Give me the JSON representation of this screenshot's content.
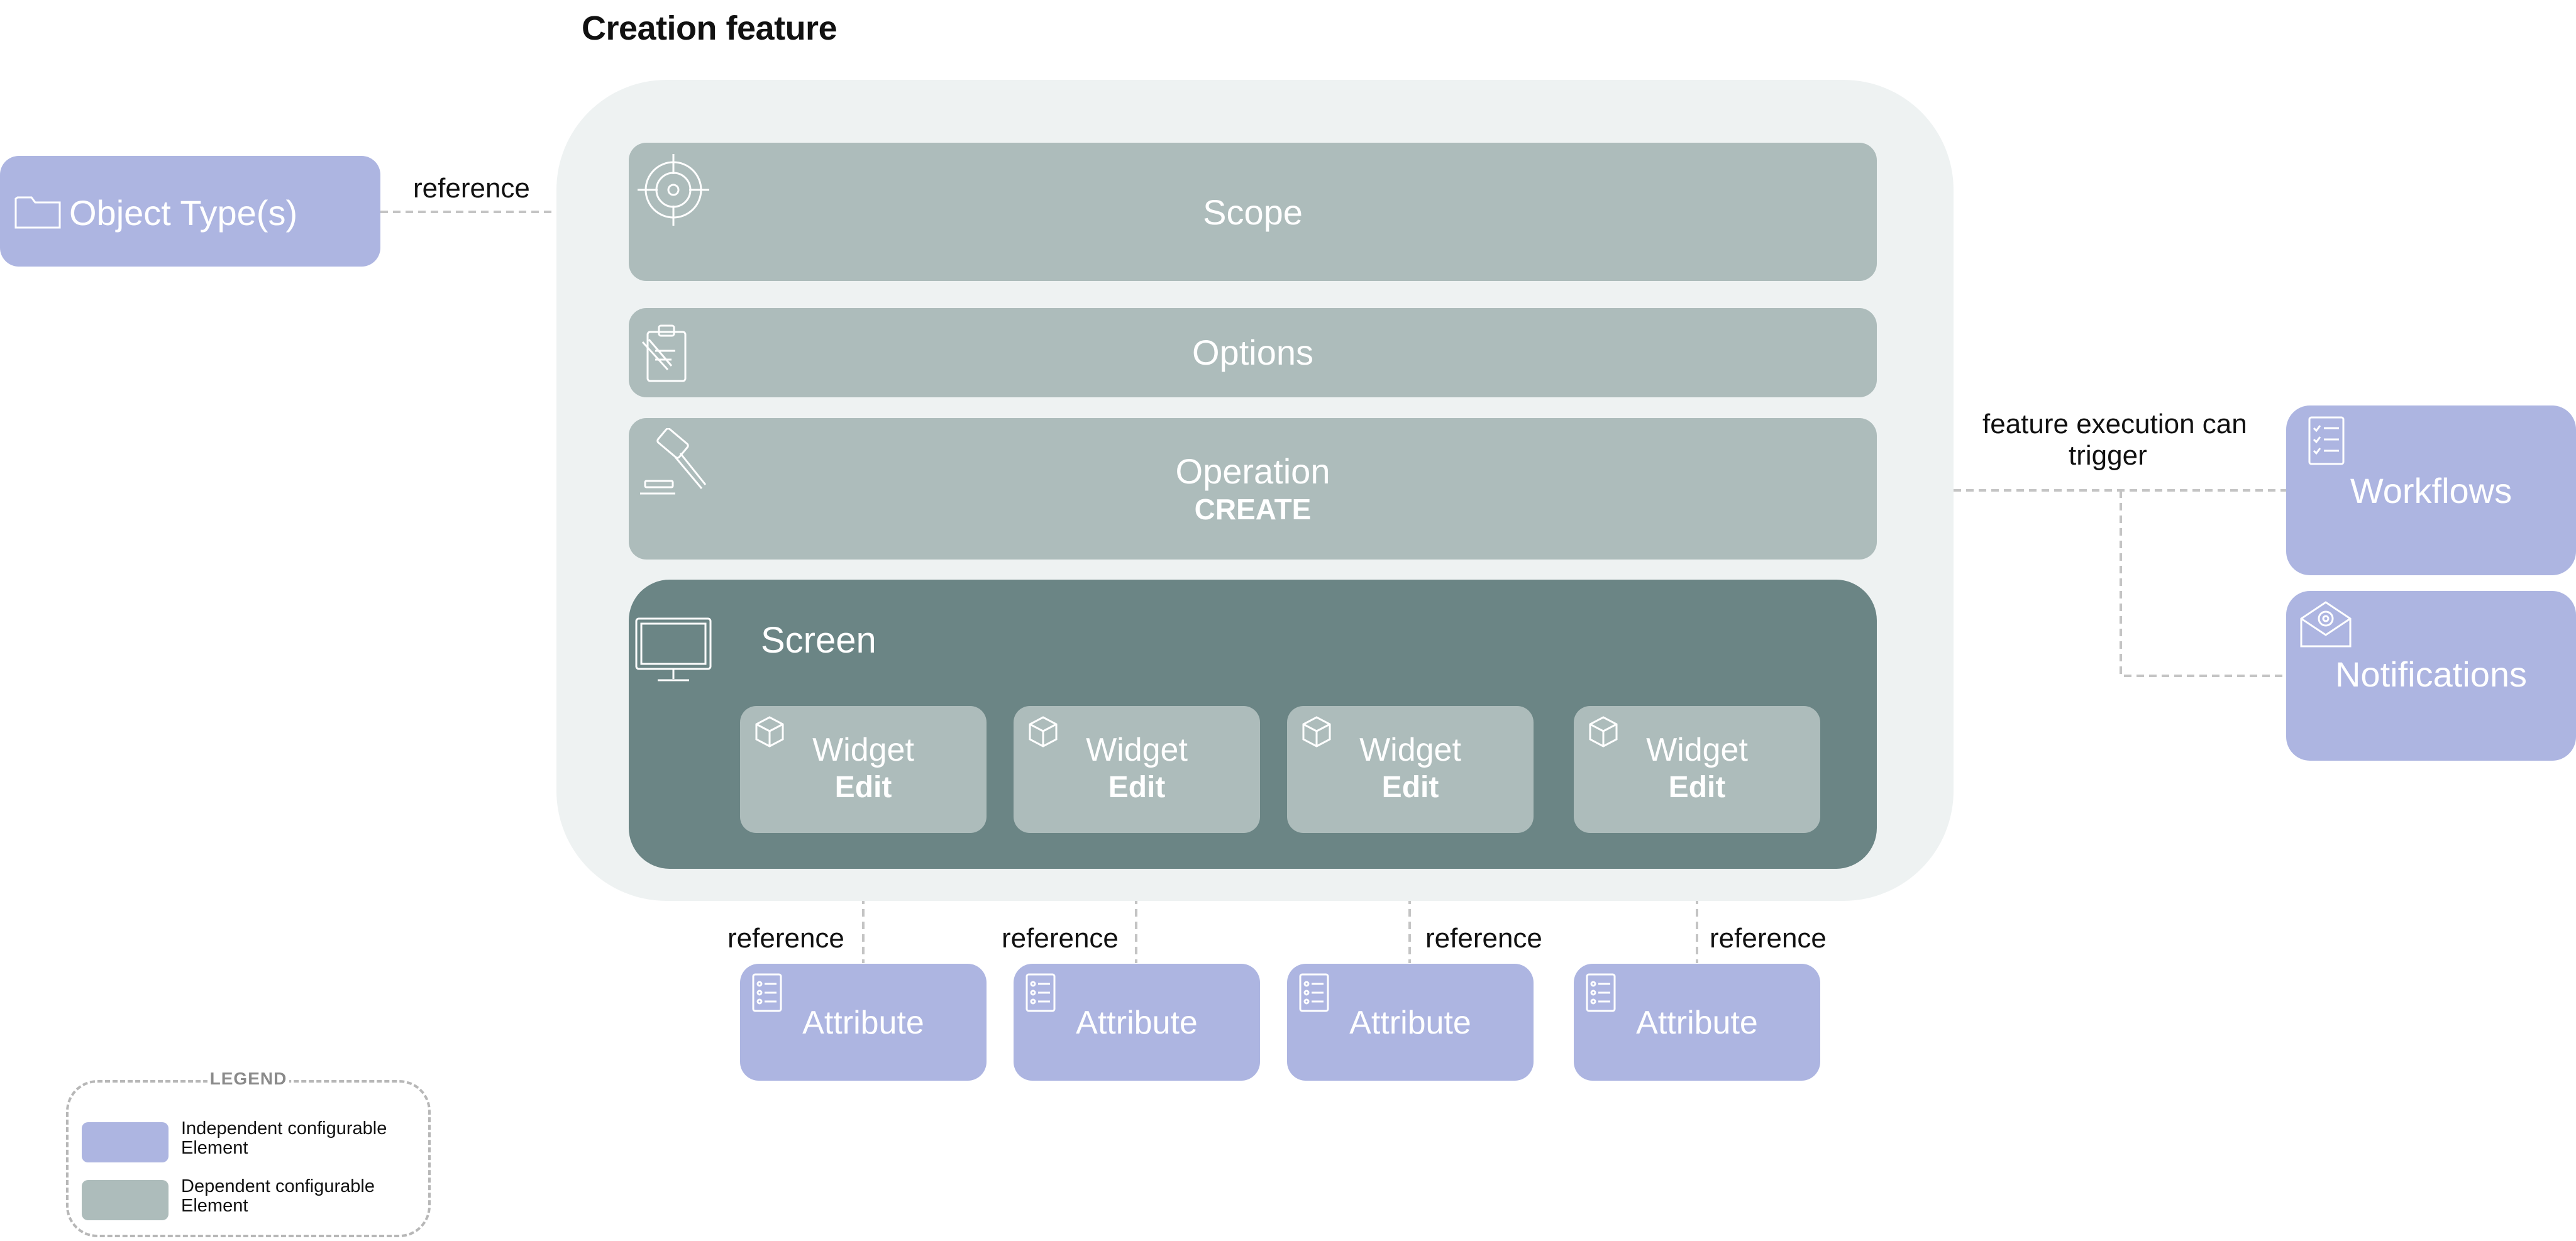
{
  "colors": {
    "frame": "#eef2f2",
    "dependent": "#adbcbb",
    "screen": "#6b8585",
    "independent": "#adb5e1",
    "connector": "#c4c4c4"
  },
  "title": "Creation feature",
  "left_element": {
    "label": "Object Type(s)",
    "icon": "folder-icon"
  },
  "left_edge_label": "reference",
  "blocks": {
    "scope": {
      "label": "Scope",
      "icon": "target-icon"
    },
    "options": {
      "label": "Options",
      "icon": "clipboard-icon"
    },
    "operation": {
      "label": "Operation",
      "sub": "CREATE",
      "icon": "gavel-icon"
    },
    "screen": {
      "label": "Screen",
      "icon": "monitor-icon"
    }
  },
  "widgets": [
    {
      "label": "Widget",
      "sub": "Edit",
      "icon": "cube-icon"
    },
    {
      "label": "Widget",
      "sub": "Edit",
      "icon": "cube-icon"
    },
    {
      "label": "Widget",
      "sub": "Edit",
      "icon": "cube-icon"
    },
    {
      "label": "Widget",
      "sub": "Edit",
      "icon": "cube-icon"
    }
  ],
  "attributes": [
    {
      "label": "Attribute",
      "icon": "list-icon"
    },
    {
      "label": "Attribute",
      "icon": "list-icon"
    },
    {
      "label": "Attribute",
      "icon": "list-icon"
    },
    {
      "label": "Attribute",
      "icon": "list-icon"
    }
  ],
  "reference_labels": [
    "reference",
    "reference",
    "reference",
    "reference"
  ],
  "right_edge_label": {
    "line1": "feature execution can",
    "line2": "trigger"
  },
  "right_elements": [
    {
      "label": "Workflows",
      "icon": "checklist-icon"
    },
    {
      "label": "Notifications",
      "icon": "envelope-icon"
    }
  ],
  "legend": {
    "title": "LEGEND",
    "items": [
      {
        "text_line1": "Independent configurable",
        "text_line2": "Element",
        "color": "#adb5e1"
      },
      {
        "text_line1": "Dependent configurable",
        "text_line2": "Element",
        "color": "#adbcbb"
      }
    ]
  }
}
